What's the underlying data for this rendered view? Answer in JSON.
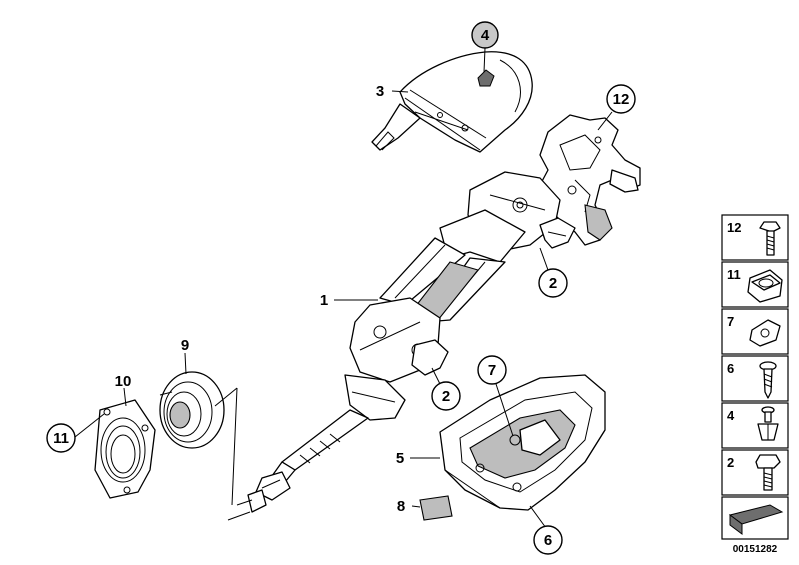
{
  "callouts": {
    "c1": "1",
    "c2a": "2",
    "c2b": "2",
    "c3": "3",
    "c4": "4",
    "c5": "5",
    "c6": "6",
    "c7": "7",
    "c8": "8",
    "c9": "9",
    "c10": "10",
    "c11": "11",
    "c12": "12"
  },
  "legend": [
    {
      "label": "12",
      "icon": "bolt-icon"
    },
    {
      "label": "11",
      "icon": "hex-nut-icon"
    },
    {
      "label": "7",
      "icon": "clip-nut-icon"
    },
    {
      "label": "6",
      "icon": "screw-icon"
    },
    {
      "label": "4",
      "icon": "expanding-rivet-icon"
    },
    {
      "label": "2",
      "icon": "hex-bolt-icon"
    }
  ],
  "doc_number": "00151282",
  "colors": {
    "line": "#000000",
    "shade": "#bdbdbd",
    "highlight_callout": "#c8c8c8"
  }
}
